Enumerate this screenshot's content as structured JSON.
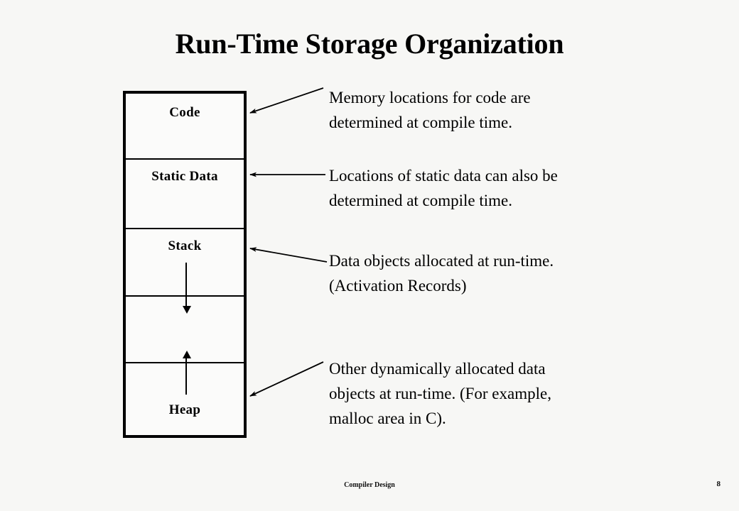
{
  "slide": {
    "title": "Run-Time Storage Organization",
    "background_color": "#f7f7f5",
    "ink_color": "#000000"
  },
  "memory_layout": {
    "segments": [
      {
        "label": "Code"
      },
      {
        "label": "Static Data"
      },
      {
        "label": "Stack"
      },
      {
        "label": ""
      },
      {
        "label": "Heap"
      }
    ],
    "growth_arrows": [
      {
        "name": "stack-grows-down",
        "direction": "down"
      },
      {
        "name": "heap-grows-up",
        "direction": "up"
      }
    ]
  },
  "callouts": [
    {
      "target": "Code",
      "text": "Memory locations for code are\ndetermined at compile time."
    },
    {
      "target": "Static Data",
      "text": "Locations of static data can also be\ndetermined at compile time."
    },
    {
      "target": "Stack",
      "text": "Data objects allocated at run-time.\n(Activation Records)"
    },
    {
      "target": "Heap",
      "text": "Other dynamically allocated data\nobjects at run-time.  (For example,\nmalloc area in C)."
    }
  ],
  "footer": {
    "course": "Compiler Design",
    "page_number": "8"
  }
}
